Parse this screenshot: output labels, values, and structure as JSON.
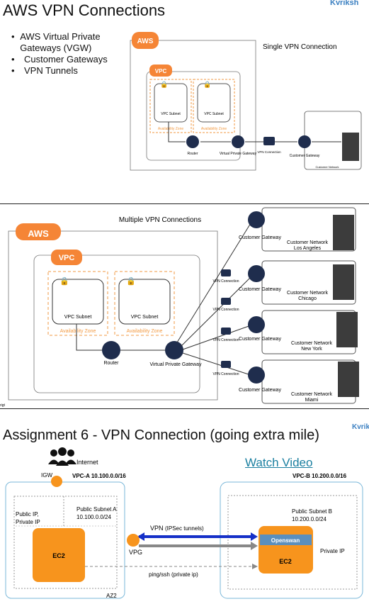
{
  "slide1": {
    "title": "AWS VPN Connections",
    "brand": "Kvriksh",
    "bullets": [
      "AWS Virtual Private Gateways (VGW)",
      "Customer Gateways",
      "VPN Tunnels"
    ],
    "diagram_title": "Single VPN Connection",
    "aws": "AWS",
    "vpc": "VPC",
    "subnet": "VPC Subnet",
    "az": "Availability Zone",
    "router": "Router",
    "vgw": "Virtual Private Gateway",
    "vpn": "VPN Connection",
    "cgw": "Customer Gateway",
    "cnet": "Customer Network"
  },
  "slide2": {
    "title": "Multiple VPN Connections",
    "aws": "AWS",
    "vpc": "VPC",
    "subnet": "VPC Subnet",
    "az": "Availability Zone",
    "router": "Router",
    "vgw": "Virtual Private Gateway",
    "vpn": "VPN Connection",
    "cgw": "Customer Gateway",
    "cnet": "Customer Network",
    "cities": [
      "Los Angeles",
      "Chicago",
      "New York",
      "Miami"
    ],
    "footer_fragment": "rigt"
  },
  "slide3": {
    "title": "Assignment 6 - VPN Connection (going extra mile)",
    "brand": "Kvrik",
    "internet": "Internet",
    "watch": "Watch Video",
    "igw": "IGW",
    "vpc_a": "VPC-A 10.100.0.0/16",
    "vpc_b": "VPC-B 10.200.0.0/16",
    "pub_priv_ip": [
      "Public IP,",
      "Private IP"
    ],
    "subnet_a": [
      "Public Subnet A",
      "10.100.0.0/24"
    ],
    "subnet_b": [
      "Public Subnet B",
      "10.200.0.0/24"
    ],
    "ec2": "EC2",
    "openswan": "Openswan",
    "vpn": "VPN",
    "vpn_detail": "(IPSec tunnels)",
    "vpg": "VPG",
    "ping": "ping/ssh (private ip)",
    "private_ip": "Private IP",
    "az2": "AZ2"
  },
  "colors": {
    "aws_orange": "#f58536",
    "ec2_orange": "#f7941d",
    "vpn_blue": "#1530c8",
    "link_teal": "#1a7fa0",
    "dashed_orange": "#f29a43"
  }
}
